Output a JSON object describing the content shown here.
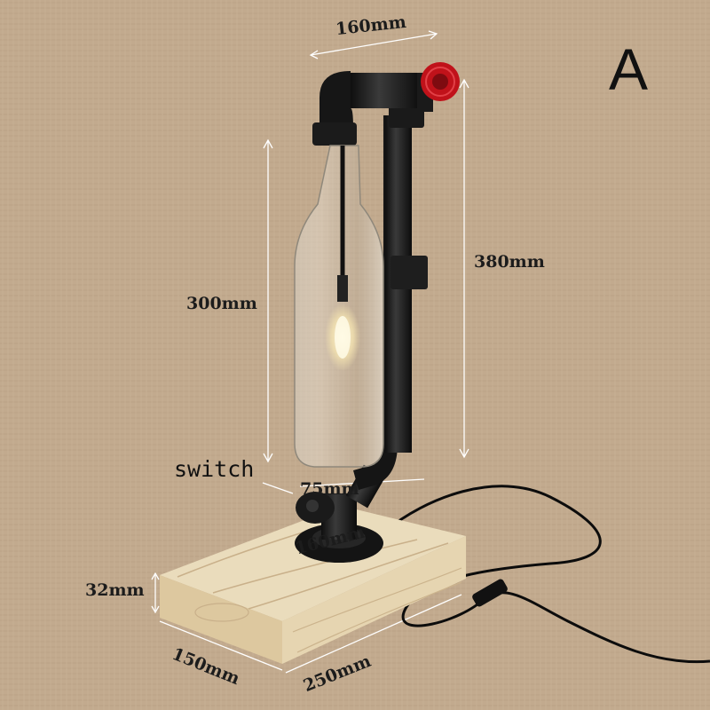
{
  "variant_letter": "A",
  "switch_label": "switch",
  "dimensions": {
    "top_width": "160mm",
    "total_height": "380mm",
    "bottle_height": "300mm",
    "bend_width": "75mm",
    "flange_width": "160mm",
    "base_thickness": "32mm",
    "base_depth": "150mm",
    "base_length": "250mm"
  },
  "colors": {
    "background": "#c2aa8e",
    "pipe": "#1b1b1b",
    "valve": "#c0121a",
    "wood": "#e2d2b0"
  }
}
